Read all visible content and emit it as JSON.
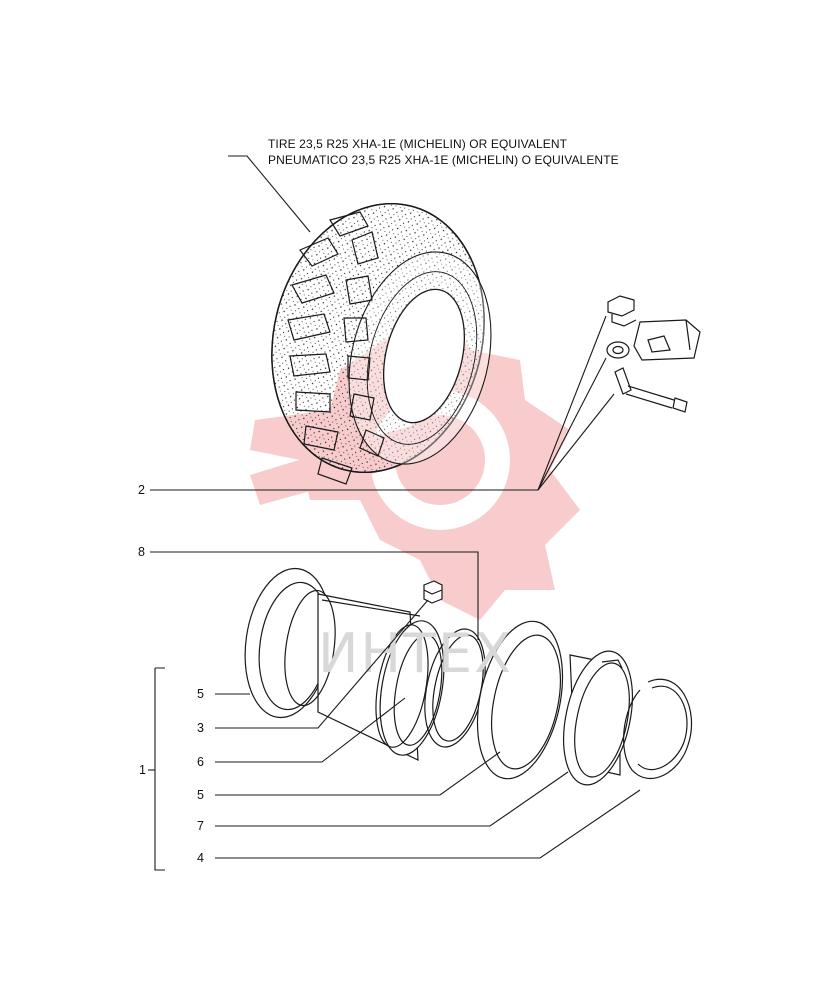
{
  "caption": {
    "line1": "TIRE 23,5 R25 XHA-1E (MICHELIN) OR EQUIVALENT",
    "line2": "PNEUMATICO 23,5 R25 XHA-1E (MICHELIN) O EQUIVALENTE"
  },
  "callouts": {
    "c2": "2",
    "c8": "8",
    "c5a": "5",
    "c3": "3",
    "c6": "6",
    "c5b": "5",
    "c7": "7",
    "c4": "4",
    "c1": "1"
  },
  "watermark": {
    "text": "ИНТЕХ",
    "logo_color": "#f4a3a3",
    "text_color": "#d8d8d8"
  }
}
